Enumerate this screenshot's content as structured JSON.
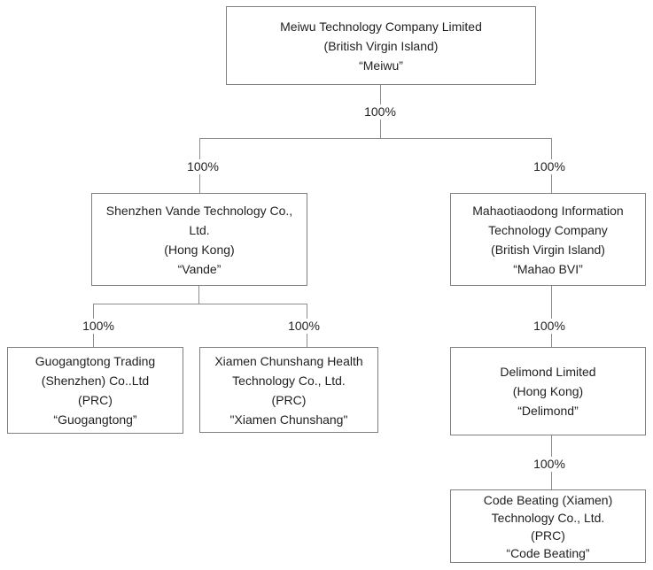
{
  "boxes": {
    "meiwu": {
      "lines": [
        "Meiwu Technology Company Limited",
        "(British Virgin Island)",
        "“Meiwu”"
      ]
    },
    "vande": {
      "lines": [
        "Shenzhen Vande Technology Co.,",
        "Ltd.",
        "(Hong Kong)",
        "“Vande”"
      ]
    },
    "mahao": {
      "lines": [
        "Mahaotiaodong Information",
        "Technology Company",
        "(British Virgin Island)",
        "“Mahao BVI”"
      ]
    },
    "guogangtong": {
      "lines": [
        "Guogangtong Trading",
        "(Shenzhen) Co..Ltd",
        "(PRC)",
        "“Guogangtong”"
      ]
    },
    "xiamen": {
      "lines": [
        "Xiamen Chunshang Health",
        "Technology Co., Ltd.",
        "(PRC)",
        "\"Xiamen Chunshang\""
      ]
    },
    "delimond": {
      "lines": [
        "Delimond Limited",
        "(Hong Kong)",
        "“Delimond”"
      ]
    },
    "codebeating": {
      "lines": [
        "Code Beating (Xiamen)",
        "Technology Co., Ltd.",
        "(PRC)",
        "“Code Beating”"
      ]
    }
  },
  "percent_labels": [
    {
      "id": "meiwu-to-subsidiaries",
      "label": "100%"
    },
    {
      "id": "meiwu-to-vande",
      "label": "100%"
    },
    {
      "id": "meiwu-to-mahao",
      "label": "100%"
    },
    {
      "id": "vande-to-guogangtong",
      "label": "100%"
    },
    {
      "id": "vande-to-xiamen",
      "label": "100%"
    },
    {
      "id": "mahao-to-delimond",
      "label": "100%"
    },
    {
      "id": "delimond-to-codebeating",
      "label": "100%"
    }
  ],
  "colors": {
    "background": "#ffffff",
    "box_border": "#808080",
    "connector_line": "#8c8c8c",
    "text": "#1f1f1f"
  }
}
